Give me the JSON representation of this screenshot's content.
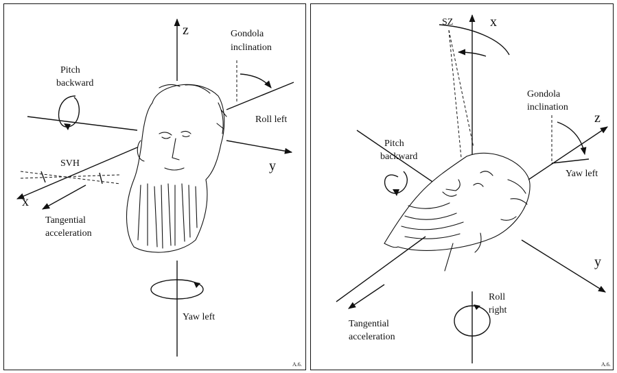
{
  "left_panel": {
    "axis_z": "z",
    "axis_y": "y",
    "axis_x": "x",
    "gondola": [
      "Gondola",
      "inclination"
    ],
    "pitch": [
      "Pitch",
      "backward"
    ],
    "roll": "Roll left",
    "svh": "SVH",
    "tangential": [
      "Tangential",
      "acceleration"
    ],
    "yaw": "Yaw left",
    "mark": "A.6."
  },
  "right_panel": {
    "sz": "SZ",
    "axis_x": "x",
    "axis_z": "z",
    "axis_y": "y",
    "gondola": [
      "Gondola",
      "inclination"
    ],
    "pitch": [
      "Pitch",
      "backward"
    ],
    "yaw": "Yaw left",
    "roll": [
      "Roll",
      "right"
    ],
    "tangential": [
      "Tangential",
      "acceleration"
    ],
    "mark": "A.6."
  }
}
